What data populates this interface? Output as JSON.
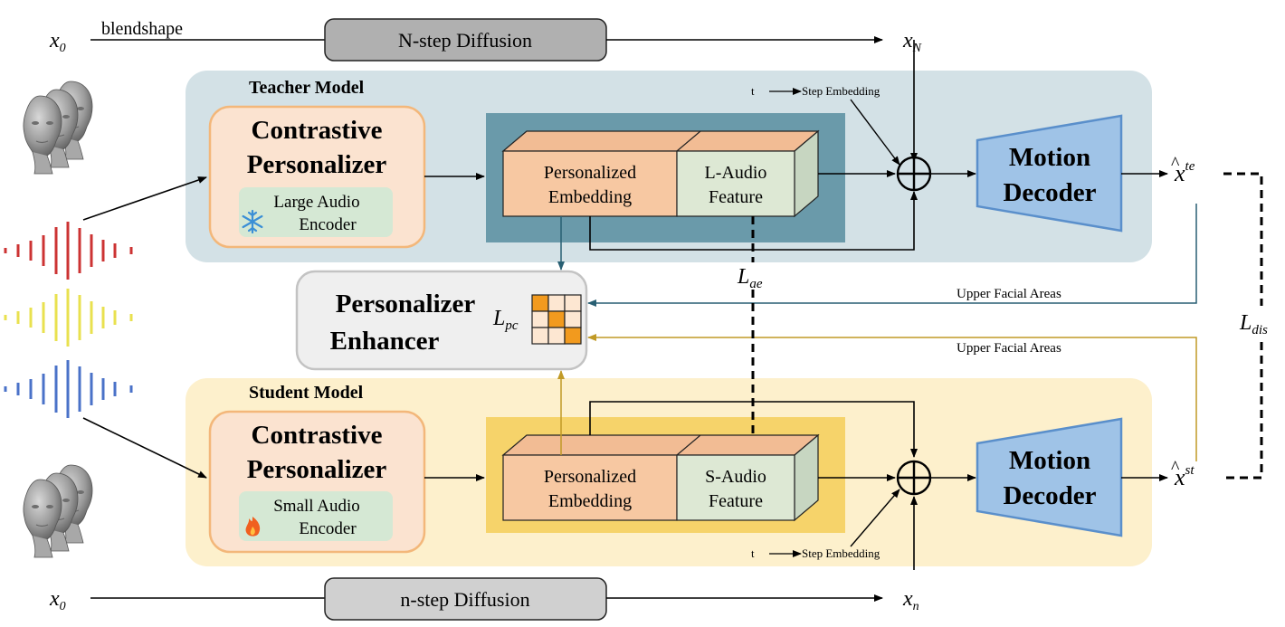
{
  "top": {
    "x0": "x",
    "x0_sub": "0",
    "blendshape": "blendshape",
    "diffusion": "N-step Diffusion",
    "xN": "x",
    "xN_sub": "N"
  },
  "bottom": {
    "x0": "x",
    "x0_sub": "0",
    "diffusion": "n-step Diffusion",
    "xn": "x",
    "xn_sub": "n"
  },
  "teacher": {
    "title": "Teacher Model",
    "cp_line1": "Contrastive",
    "cp_line2": "Personalizer",
    "encoder_line1": "Large Audio",
    "encoder_line2": "Encoder",
    "pe_line1": "Personalized",
    "pe_line2": "Embedding",
    "feat_line1": "L-Audio",
    "feat_line2": "Feature",
    "t": "t",
    "step": "Step Embedding",
    "dec_line1": "Motion",
    "dec_line2": "Decoder",
    "out": "x",
    "out_sup": "te"
  },
  "student": {
    "title": "Student Model",
    "cp_line1": "Contrastive",
    "cp_line2": "Personalizer",
    "encoder_line1": "Small Audio",
    "encoder_line2": "Encoder",
    "pe_line1": "Personalized",
    "pe_line2": "Embedding",
    "feat_line1": "S-Audio",
    "feat_line2": "Feature",
    "t": "t",
    "step": "Step Embedding",
    "dec_line1": "Motion",
    "dec_line2": "Decoder",
    "out": "x",
    "out_sup": "st"
  },
  "enhancer": {
    "line1": "Personalizer",
    "line2": "Enhancer",
    "loss": "L",
    "loss_sub": "pc"
  },
  "losses": {
    "ae": "L",
    "ae_sub": "ae",
    "dis": "L",
    "dis_sub": "dis"
  },
  "upper_teacher": "Upper Facial Areas",
  "upper_student": "Upper Facial Areas",
  "colors": {
    "teacher_bg": "#d3e1e6",
    "teacher_inner": "#6a9aaa",
    "student_bg": "#fdf0cc",
    "student_inner": "#f6d36a",
    "personalizer_fill": "#fbe3d0",
    "personalizer_stroke": "#f3b77a",
    "encoder_fill": "#d5e8d4",
    "embedding_fill": "#f7c8a2",
    "feature_fill": "#dde8d4",
    "decoder_fill": "#9fc3e7",
    "decoder_stroke": "#5a8fcb",
    "teacher_arrow": "#285f73",
    "student_arrow": "#c19a26",
    "red_wave": "#cc3333",
    "yellow_wave": "#e9e14f",
    "blue_wave": "#4a72c8"
  },
  "icons": {
    "frozen": "snowflake-icon",
    "trainable": "flame-icon",
    "faces": "face-head-icon"
  }
}
